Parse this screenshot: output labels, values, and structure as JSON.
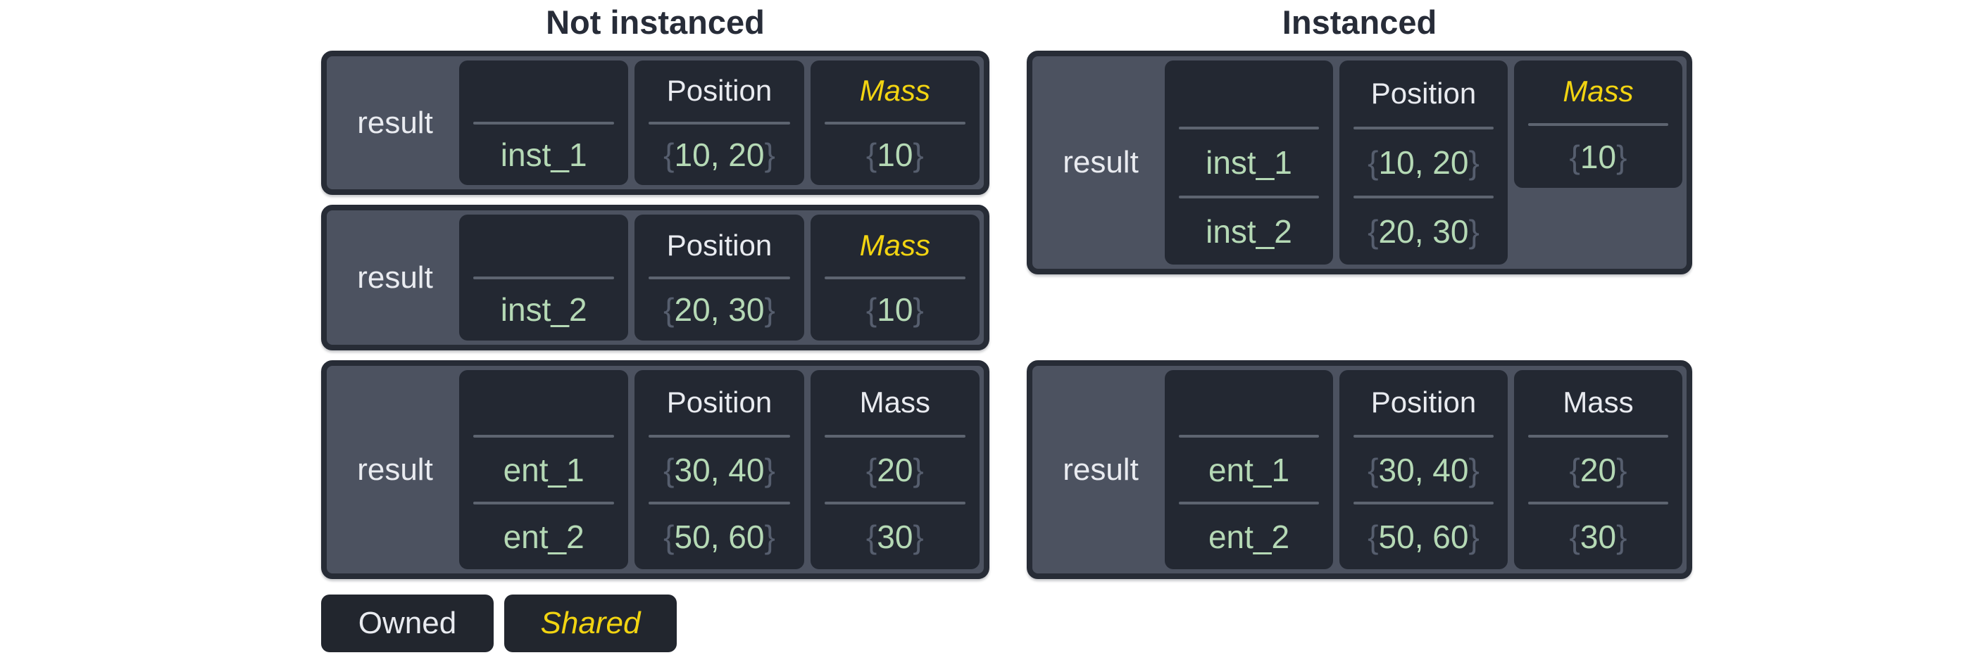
{
  "punct": {
    "open_brace": "{",
    "close_brace": "}"
  },
  "colors": {
    "page_bg": "#ffffff",
    "outer_box_bg": "#4c5260",
    "outer_box_border": "#272c36",
    "inner_cell_bg": "#232832",
    "separator": "#5d6470",
    "text_light": "#e9ebf0",
    "value_green": "#b5d9b5",
    "brace_gray": "#565e6e",
    "shared_yellow": "#f2d411",
    "title_dark": "#272c38"
  },
  "legend": {
    "owned_label": "Owned",
    "shared_label": "Shared"
  },
  "groups": [
    {
      "title": "Not instanced",
      "tables": [
        {
          "result_label": "result",
          "columns": [
            {
              "header": "",
              "shared": false,
              "values": [
                "inst_1"
              ]
            },
            {
              "header": "Position",
              "shared": false,
              "values": [
                "10, 20"
              ]
            },
            {
              "header": "Mass",
              "shared": true,
              "values": [
                "10"
              ]
            }
          ]
        },
        {
          "result_label": "result",
          "columns": [
            {
              "header": "",
              "shared": false,
              "values": [
                "inst_2"
              ]
            },
            {
              "header": "Position",
              "shared": false,
              "values": [
                "20, 30"
              ]
            },
            {
              "header": "Mass",
              "shared": true,
              "values": [
                "10"
              ]
            }
          ]
        },
        {
          "result_label": "result",
          "columns": [
            {
              "header": "",
              "shared": false,
              "values": [
                "ent_1",
                "ent_2"
              ]
            },
            {
              "header": "Position",
              "shared": false,
              "values": [
                "30, 40",
                "50, 60"
              ]
            },
            {
              "header": "Mass",
              "shared": false,
              "values": [
                "20",
                "30"
              ]
            }
          ]
        }
      ]
    },
    {
      "title": "Instanced",
      "tables": [
        {
          "result_label": "result",
          "columns": [
            {
              "header": "",
              "shared": false,
              "values": [
                "inst_1",
                "inst_2"
              ]
            },
            {
              "header": "Position",
              "shared": false,
              "values": [
                "10, 20",
                "20, 30"
              ]
            },
            {
              "header": "Mass",
              "shared": true,
              "short": true,
              "values": [
                "10"
              ]
            }
          ]
        },
        {
          "result_label": "result",
          "columns": [
            {
              "header": "",
              "shared": false,
              "values": [
                "ent_1",
                "ent_2"
              ]
            },
            {
              "header": "Position",
              "shared": false,
              "values": [
                "30, 40",
                "50, 60"
              ]
            },
            {
              "header": "Mass",
              "shared": false,
              "values": [
                "20",
                "30"
              ]
            }
          ]
        }
      ]
    }
  ]
}
